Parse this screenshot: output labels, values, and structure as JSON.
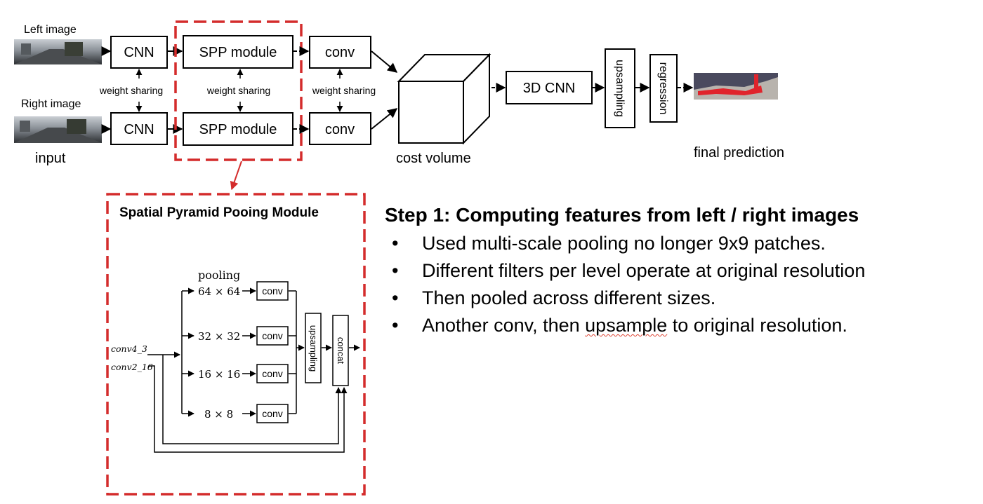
{
  "pipeline": {
    "left_image_label": "Left image",
    "right_image_label": "Right image",
    "input_label": "input",
    "cnn_label": "CNN",
    "spp_label": "SPP module",
    "conv_label": "conv",
    "weight_sharing_label": "weight sharing",
    "cost_volume_label": "cost volume",
    "cnn3d_label": "3D CNN",
    "upsampling_label": "upsampling",
    "regression_label": "regression",
    "final_prediction_label": "final prediction"
  },
  "spp_detail": {
    "title": "Spatial Pyramid Pooing Module",
    "pooling_label": "pooling",
    "pool_sizes": [
      "64 × 64",
      "32 × 32",
      "16 × 16",
      "8 × 8"
    ],
    "conv_label": "conv",
    "upsampling_label": "upsampling",
    "concat_label": "concat",
    "input_conv4": "conv4_3",
    "input_conv2": "conv2_16"
  },
  "step": {
    "title": "Step 1: Computing features from left / right images",
    "bullets": [
      {
        "pre": "Used multi-scale pooling no longer 9x9 patches.",
        "mark": "",
        "post": ""
      },
      {
        "pre": "Different filters per level operate at original resolution",
        "mark": "",
        "post": ""
      },
      {
        "pre": "Then pooled across different sizes.",
        "mark": "",
        "post": ""
      },
      {
        "pre": "Another conv, then ",
        "mark": "upsample",
        "post": " to original resolution."
      }
    ]
  },
  "colors": {
    "highlight_dash": "#d42c2c",
    "prediction_overlay": "#e0242c"
  }
}
